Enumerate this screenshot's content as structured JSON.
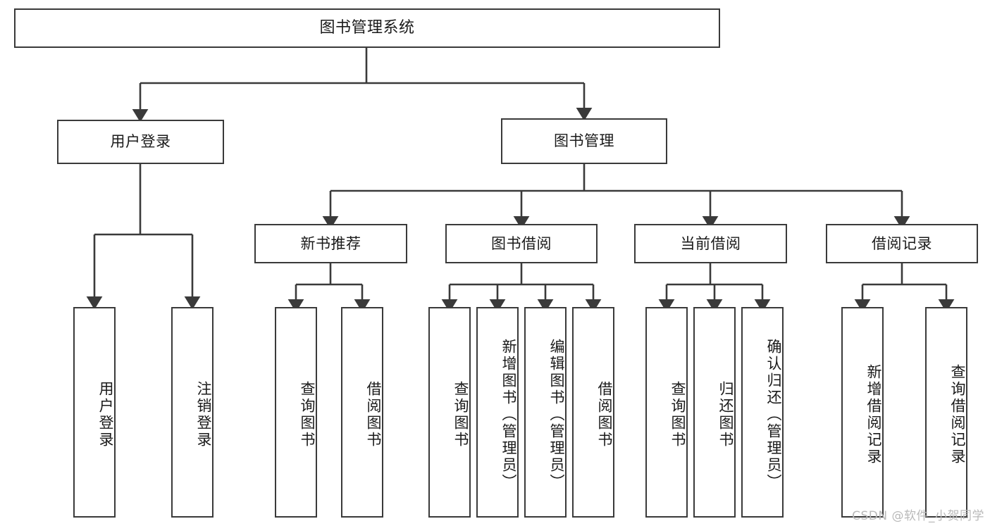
{
  "diagram": {
    "title": "图书管理系统",
    "watermark": "CSDN @软件_小贺同学",
    "line_color": "#3a3a3a",
    "box_fill": "#ffffff",
    "text_color": "#1a1a1a",
    "nodes": {
      "root": {
        "label": "图书管理系统",
        "level": 0
      },
      "n_user_login": {
        "label": "用户登录",
        "level": 1
      },
      "n_book_mgmt": {
        "label": "图书管理",
        "level": 1
      },
      "n_new_book_rec": {
        "label": "新书推荐",
        "level": 2
      },
      "n_book_borrow": {
        "label": "图书借阅",
        "level": 2
      },
      "n_current_borrow": {
        "label": "当前借阅",
        "level": 2
      },
      "n_borrow_record": {
        "label": "借阅记录",
        "level": 2
      },
      "leaf_user_login": {
        "label": "用户登录",
        "level": 3
      },
      "leaf_logout": {
        "label": "注销登录",
        "level": 3
      },
      "leaf_query_book_a": {
        "label": "查询图书",
        "level": 3
      },
      "leaf_borrow_book_a": {
        "label": "借阅图书",
        "level": 3
      },
      "leaf_query_book_b": {
        "label": "查询图书",
        "level": 3
      },
      "leaf_add_book": {
        "label": "新增图书（管理员）",
        "level": 3
      },
      "leaf_edit_book": {
        "label": "编辑图书（管理员）",
        "level": 3
      },
      "leaf_borrow_book_b": {
        "label": "借阅图书",
        "level": 3
      },
      "leaf_query_book_c": {
        "label": "查询图书",
        "level": 3
      },
      "leaf_return_book": {
        "label": "归还图书",
        "level": 3
      },
      "leaf_confirm_return": {
        "label": "确认归还（管理员）",
        "level": 3
      },
      "leaf_add_record": {
        "label": "新增借阅记录",
        "level": 3
      },
      "leaf_query_record": {
        "label": "查询借阅记录",
        "level": 3
      }
    },
    "edges": [
      {
        "from": "root",
        "to": "n_user_login"
      },
      {
        "from": "root",
        "to": "n_book_mgmt"
      },
      {
        "from": "n_user_login",
        "to": "leaf_user_login"
      },
      {
        "from": "n_user_login",
        "to": "leaf_logout"
      },
      {
        "from": "n_book_mgmt",
        "to": "n_new_book_rec"
      },
      {
        "from": "n_book_mgmt",
        "to": "n_book_borrow"
      },
      {
        "from": "n_book_mgmt",
        "to": "n_current_borrow"
      },
      {
        "from": "n_book_mgmt",
        "to": "n_borrow_record"
      },
      {
        "from": "n_new_book_rec",
        "to": "leaf_query_book_a"
      },
      {
        "from": "n_new_book_rec",
        "to": "leaf_borrow_book_a"
      },
      {
        "from": "n_book_borrow",
        "to": "leaf_query_book_b"
      },
      {
        "from": "n_book_borrow",
        "to": "leaf_add_book"
      },
      {
        "from": "n_book_borrow",
        "to": "leaf_edit_book"
      },
      {
        "from": "n_book_borrow",
        "to": "leaf_borrow_book_b"
      },
      {
        "from": "n_current_borrow",
        "to": "leaf_query_book_c"
      },
      {
        "from": "n_current_borrow",
        "to": "leaf_return_book"
      },
      {
        "from": "n_current_borrow",
        "to": "leaf_confirm_return"
      },
      {
        "from": "n_borrow_record",
        "to": "leaf_add_record"
      },
      {
        "from": "n_borrow_record",
        "to": "leaf_query_record"
      }
    ]
  }
}
